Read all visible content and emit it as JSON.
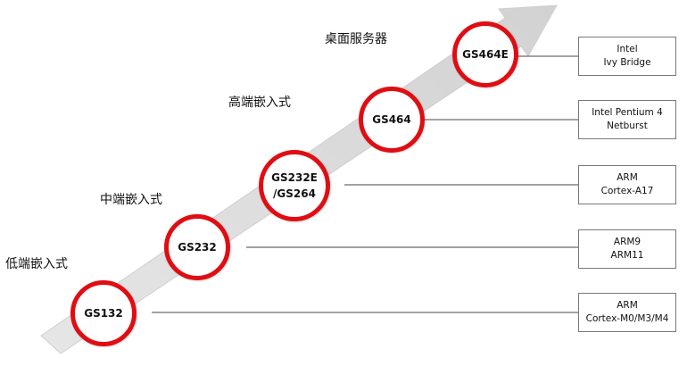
{
  "tiers": {
    "low": "低端嵌入式",
    "mid": "中端嵌入式",
    "high": "高端嵌入式",
    "desktop": "桌面服务器"
  },
  "nodes": {
    "gs132": "GS132",
    "gs232": "GS232",
    "gs232e_line1": "GS232E",
    "gs232e_line2": "/GS264",
    "gs464": "GS464",
    "gs464e": "GS464E"
  },
  "architectures": {
    "ivy": {
      "line1": "Intel",
      "line2": "Ivy Bridge"
    },
    "netburst": {
      "line1": "Intel Pentium 4",
      "line2": "Netburst"
    },
    "a17": {
      "line1": "ARM",
      "line2": "Cortex-A17"
    },
    "arm9": {
      "line1": "ARM9",
      "line2": "ARM11"
    },
    "m0": {
      "line1": "ARM",
      "line2": "Cortex-M0/M3/M4"
    }
  },
  "colors": {
    "node_ring": "#e00d12",
    "arrow": "#dcdcdc",
    "connector": "#444444"
  }
}
